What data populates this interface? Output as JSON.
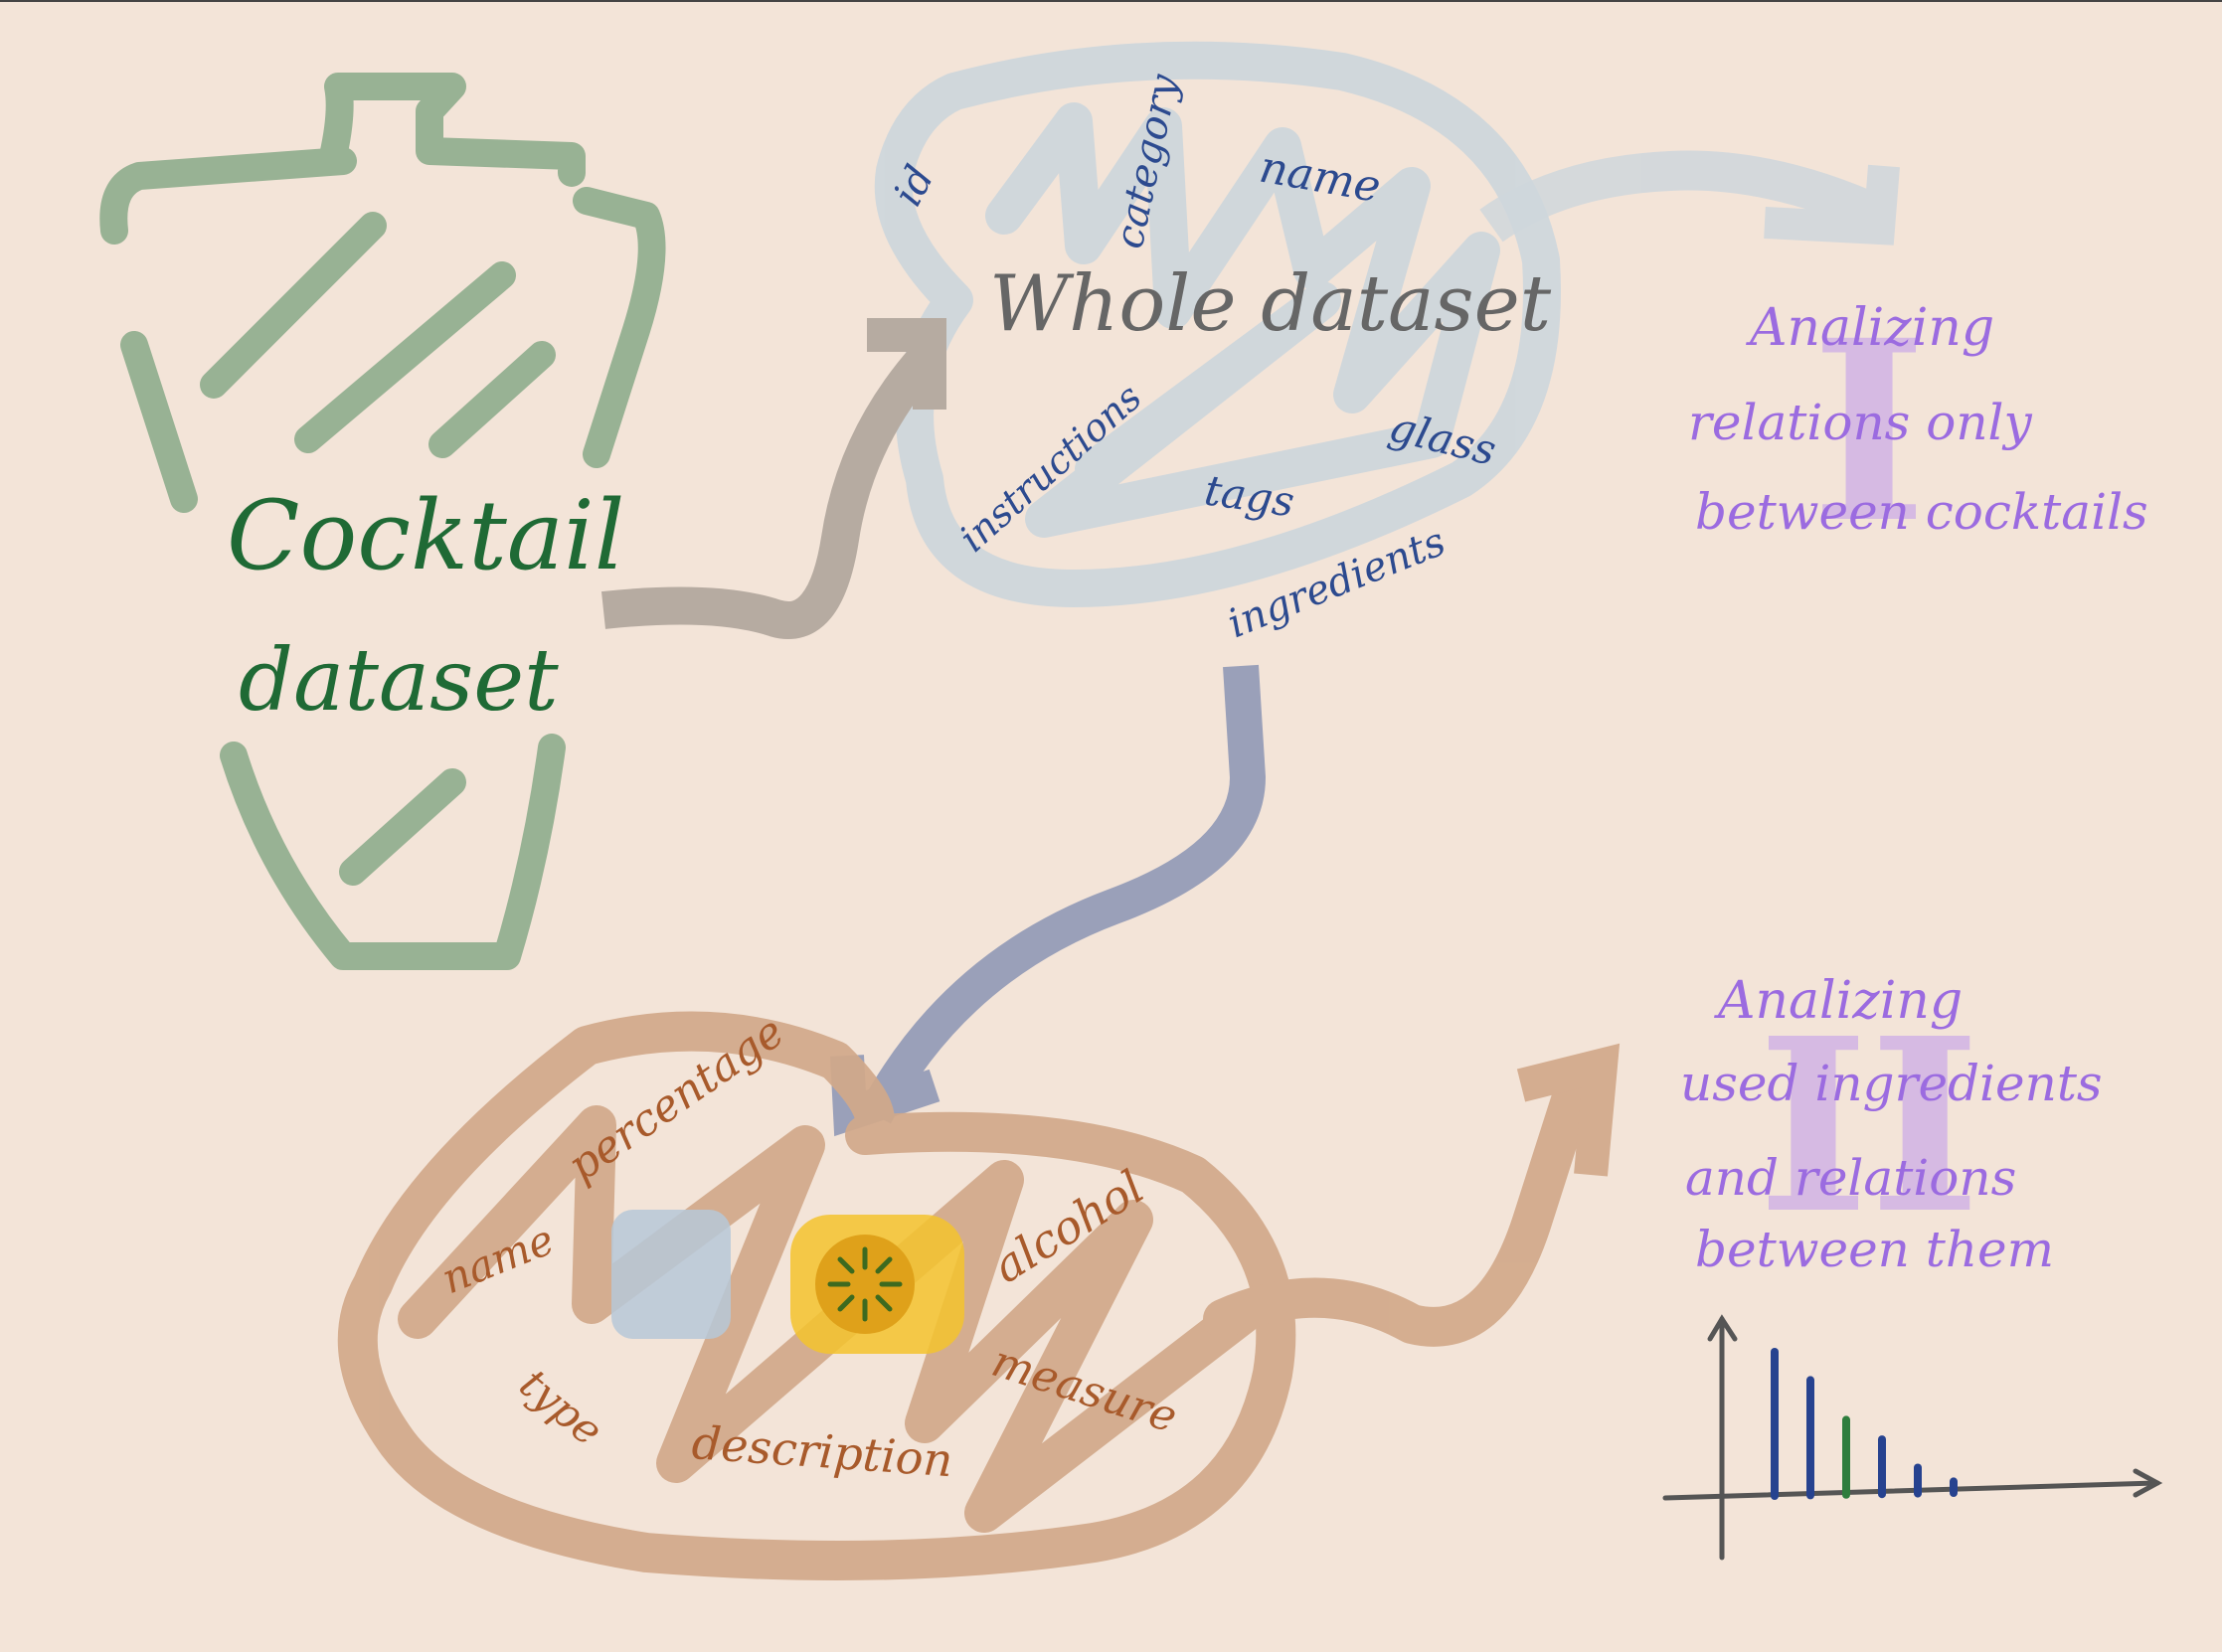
{
  "colors": {
    "background": "#f3e4d8",
    "bottle": "#98b294",
    "bottle_text": "#1f6a35",
    "whole_blob": "#cfd7dc",
    "whole_title": "#666666",
    "whole_fields": "#2c4a8f",
    "gray_arrow": "#b6aba1",
    "blue_arrow": "#9aa0b9",
    "ingredient_blob": "#d2a98a",
    "ingredient_fields": "#a85a2b",
    "right_text": "#9b6be0",
    "numeral_fill": "#cfb0e6",
    "chart_axis": "#555555",
    "bar_blue": "#26428f",
    "bar_green": "#2e7d3d",
    "highlight_yellow": "#f3c32e",
    "highlight_blue": "#b6c8d8"
  },
  "bottle": {
    "title_line1": "Cocktail",
    "title_line2": "dataset"
  },
  "whole_dataset": {
    "title": "Whole dataset",
    "fields": [
      "id",
      "category",
      "name",
      "instructions",
      "tags",
      "glass",
      "ingredients"
    ]
  },
  "ingredient_dataset": {
    "fields": [
      "percentage",
      "name",
      "alcohol",
      "type",
      "description",
      "measure"
    ]
  },
  "analysis_1": {
    "numeral": "I",
    "line1": "Analizing",
    "line2": "relations only",
    "line3": "between cocktails"
  },
  "analysis_2": {
    "numeral": "II",
    "line1": "Analizing",
    "line2": "used ingredients",
    "line3": "and relations",
    "line4": "between them"
  },
  "chart_data": {
    "type": "bar",
    "title": "",
    "xlabel": "",
    "ylabel": "",
    "values": [
      100,
      80,
      52,
      38,
      18,
      8
    ],
    "colors": [
      "#26428f",
      "#26428f",
      "#2e7d3d",
      "#26428f",
      "#26428f",
      "#26428f"
    ]
  }
}
